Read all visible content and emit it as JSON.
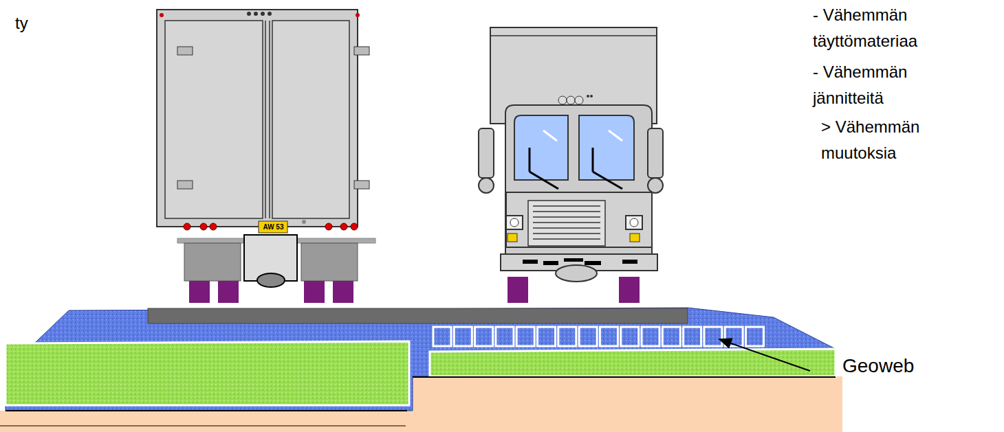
{
  "diagram": {
    "labels": [
      "ty",
      "- Vähemmän täyttömateriaa",
      "- Vähemmän jännitteitä",
      "> Vähemmän muutoksia",
      "Geoweb",
      "AW 53"
    ]
  }
}
